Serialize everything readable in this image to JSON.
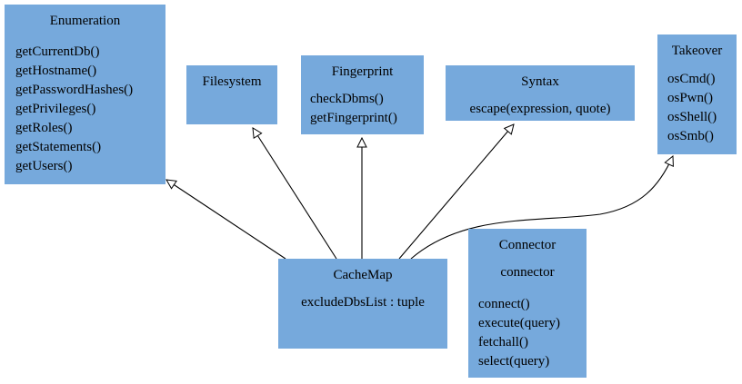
{
  "classes": {
    "enumeration": {
      "name": "Enumeration",
      "methods": [
        "getCurrentDb()",
        "getHostname()",
        "getPasswordHashes()",
        "getPrivileges()",
        "getRoles()",
        "getStatements()",
        "getUsers()"
      ]
    },
    "filesystem": {
      "name": "Filesystem"
    },
    "fingerprint": {
      "name": "Fingerprint",
      "methods": [
        "checkDbms()",
        "getFingerprint()"
      ]
    },
    "syntax": {
      "name": "Syntax",
      "methods": [
        "escape(expression, quote)"
      ]
    },
    "takeover": {
      "name": "Takeover",
      "methods": [
        "osCmd()",
        "osPwn()",
        "osShell()",
        "osSmb()"
      ]
    },
    "cachemap": {
      "name": "CacheMap",
      "attributes": [
        "excludeDbsList : tuple"
      ]
    },
    "connector": {
      "name": "Connector",
      "attributes": [
        "connector"
      ],
      "methods": [
        "connect()",
        "execute(query)",
        "fetchall()",
        "select(query)"
      ]
    }
  },
  "colors": {
    "box_fill": "#76a9dc",
    "edge": "#000000",
    "background": "#ffffff"
  },
  "relations": [
    {
      "from": "CacheMap",
      "to": "Enumeration",
      "type": "inheritance"
    },
    {
      "from": "CacheMap",
      "to": "Filesystem",
      "type": "inheritance"
    },
    {
      "from": "CacheMap",
      "to": "Fingerprint",
      "type": "inheritance"
    },
    {
      "from": "CacheMap",
      "to": "Syntax",
      "type": "inheritance"
    },
    {
      "from": "CacheMap",
      "to": "Takeover",
      "type": "inheritance"
    }
  ]
}
